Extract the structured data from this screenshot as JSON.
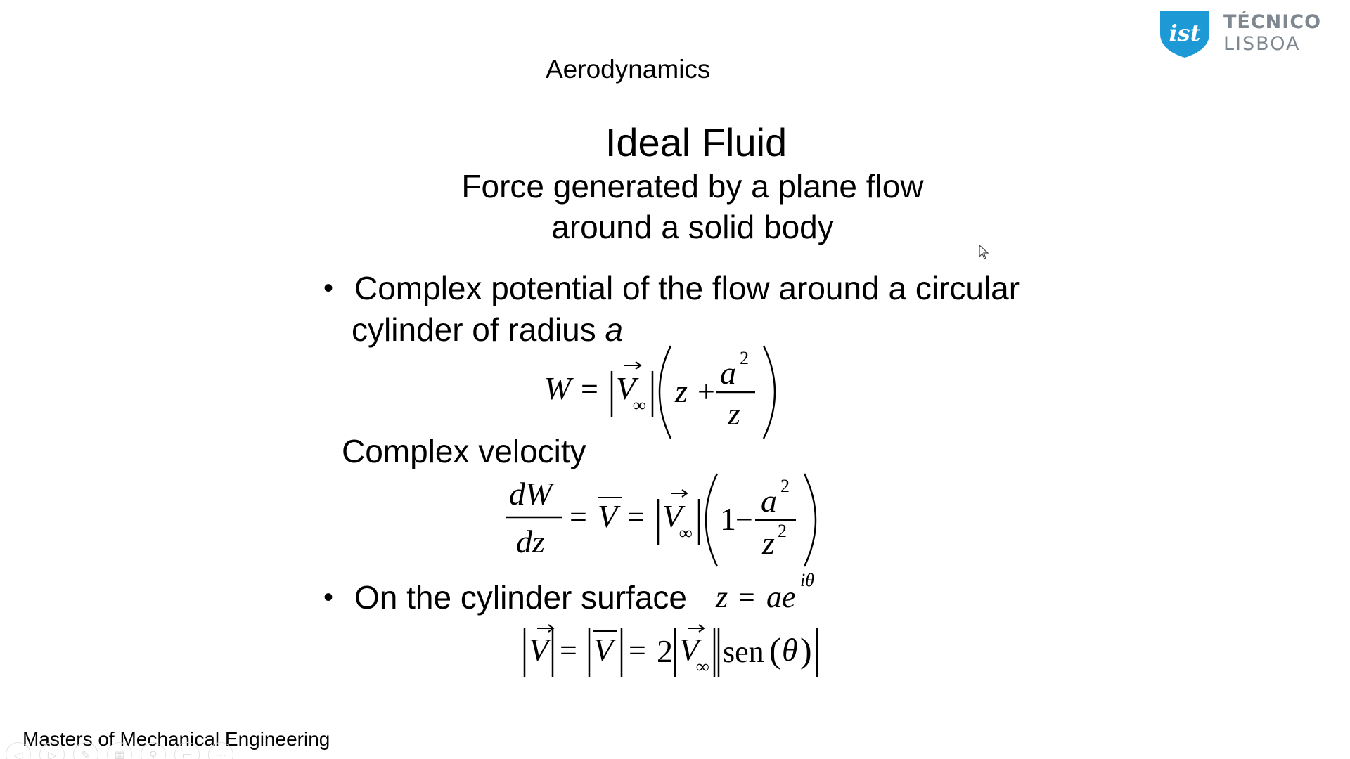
{
  "header": {
    "course_title": "Aerodynamics",
    "logo": {
      "word1": "TÉCNICO",
      "word2": "LISBOA",
      "emblem_icon": "ist-shield-icon",
      "brand_color": "#1d9ad6"
    }
  },
  "slide": {
    "title": "Ideal Fluid",
    "subtitle_line1": "Force generated by a plane flow",
    "subtitle_line2": "around a solid body",
    "bullet1_line1": "Complex potential of the flow around a circular",
    "bullet1_line2": "cylinder of radius",
    "bullet1_var": "a",
    "complex_velocity_label": "Complex velocity",
    "bullet2_text": "On the cylinder surface",
    "equations": {
      "potential": {
        "lhs": "W",
        "eq": "=",
        "v": "V",
        "inf": "∞",
        "z": "z",
        "plus": "+",
        "a": "a",
        "sq": "2",
        "den": "z"
      },
      "velocity": {
        "num": "dW",
        "den": "dz",
        "eq": "=",
        "vbar": "V",
        "v": "V",
        "inf": "∞",
        "one": "1",
        "minus": "−",
        "a": "a",
        "sq": "2",
        "z": "z",
        "zsq": "2"
      },
      "surface": {
        "z": "z",
        "eq": "=",
        "ae": "ae",
        "exp": "iθ"
      },
      "magnitude": {
        "v": "V",
        "eq": "=",
        "vbar": "V",
        "two": "2",
        "inf": "∞",
        "sen": "sen",
        "theta": "θ"
      }
    }
  },
  "footer": {
    "text": "Masters of Mechanical Engineering"
  },
  "nav": {
    "icons": [
      "prev-icon",
      "next-icon",
      "pen-icon",
      "slides-icon",
      "zoom-icon",
      "subtitles-icon",
      "more-icon"
    ]
  }
}
